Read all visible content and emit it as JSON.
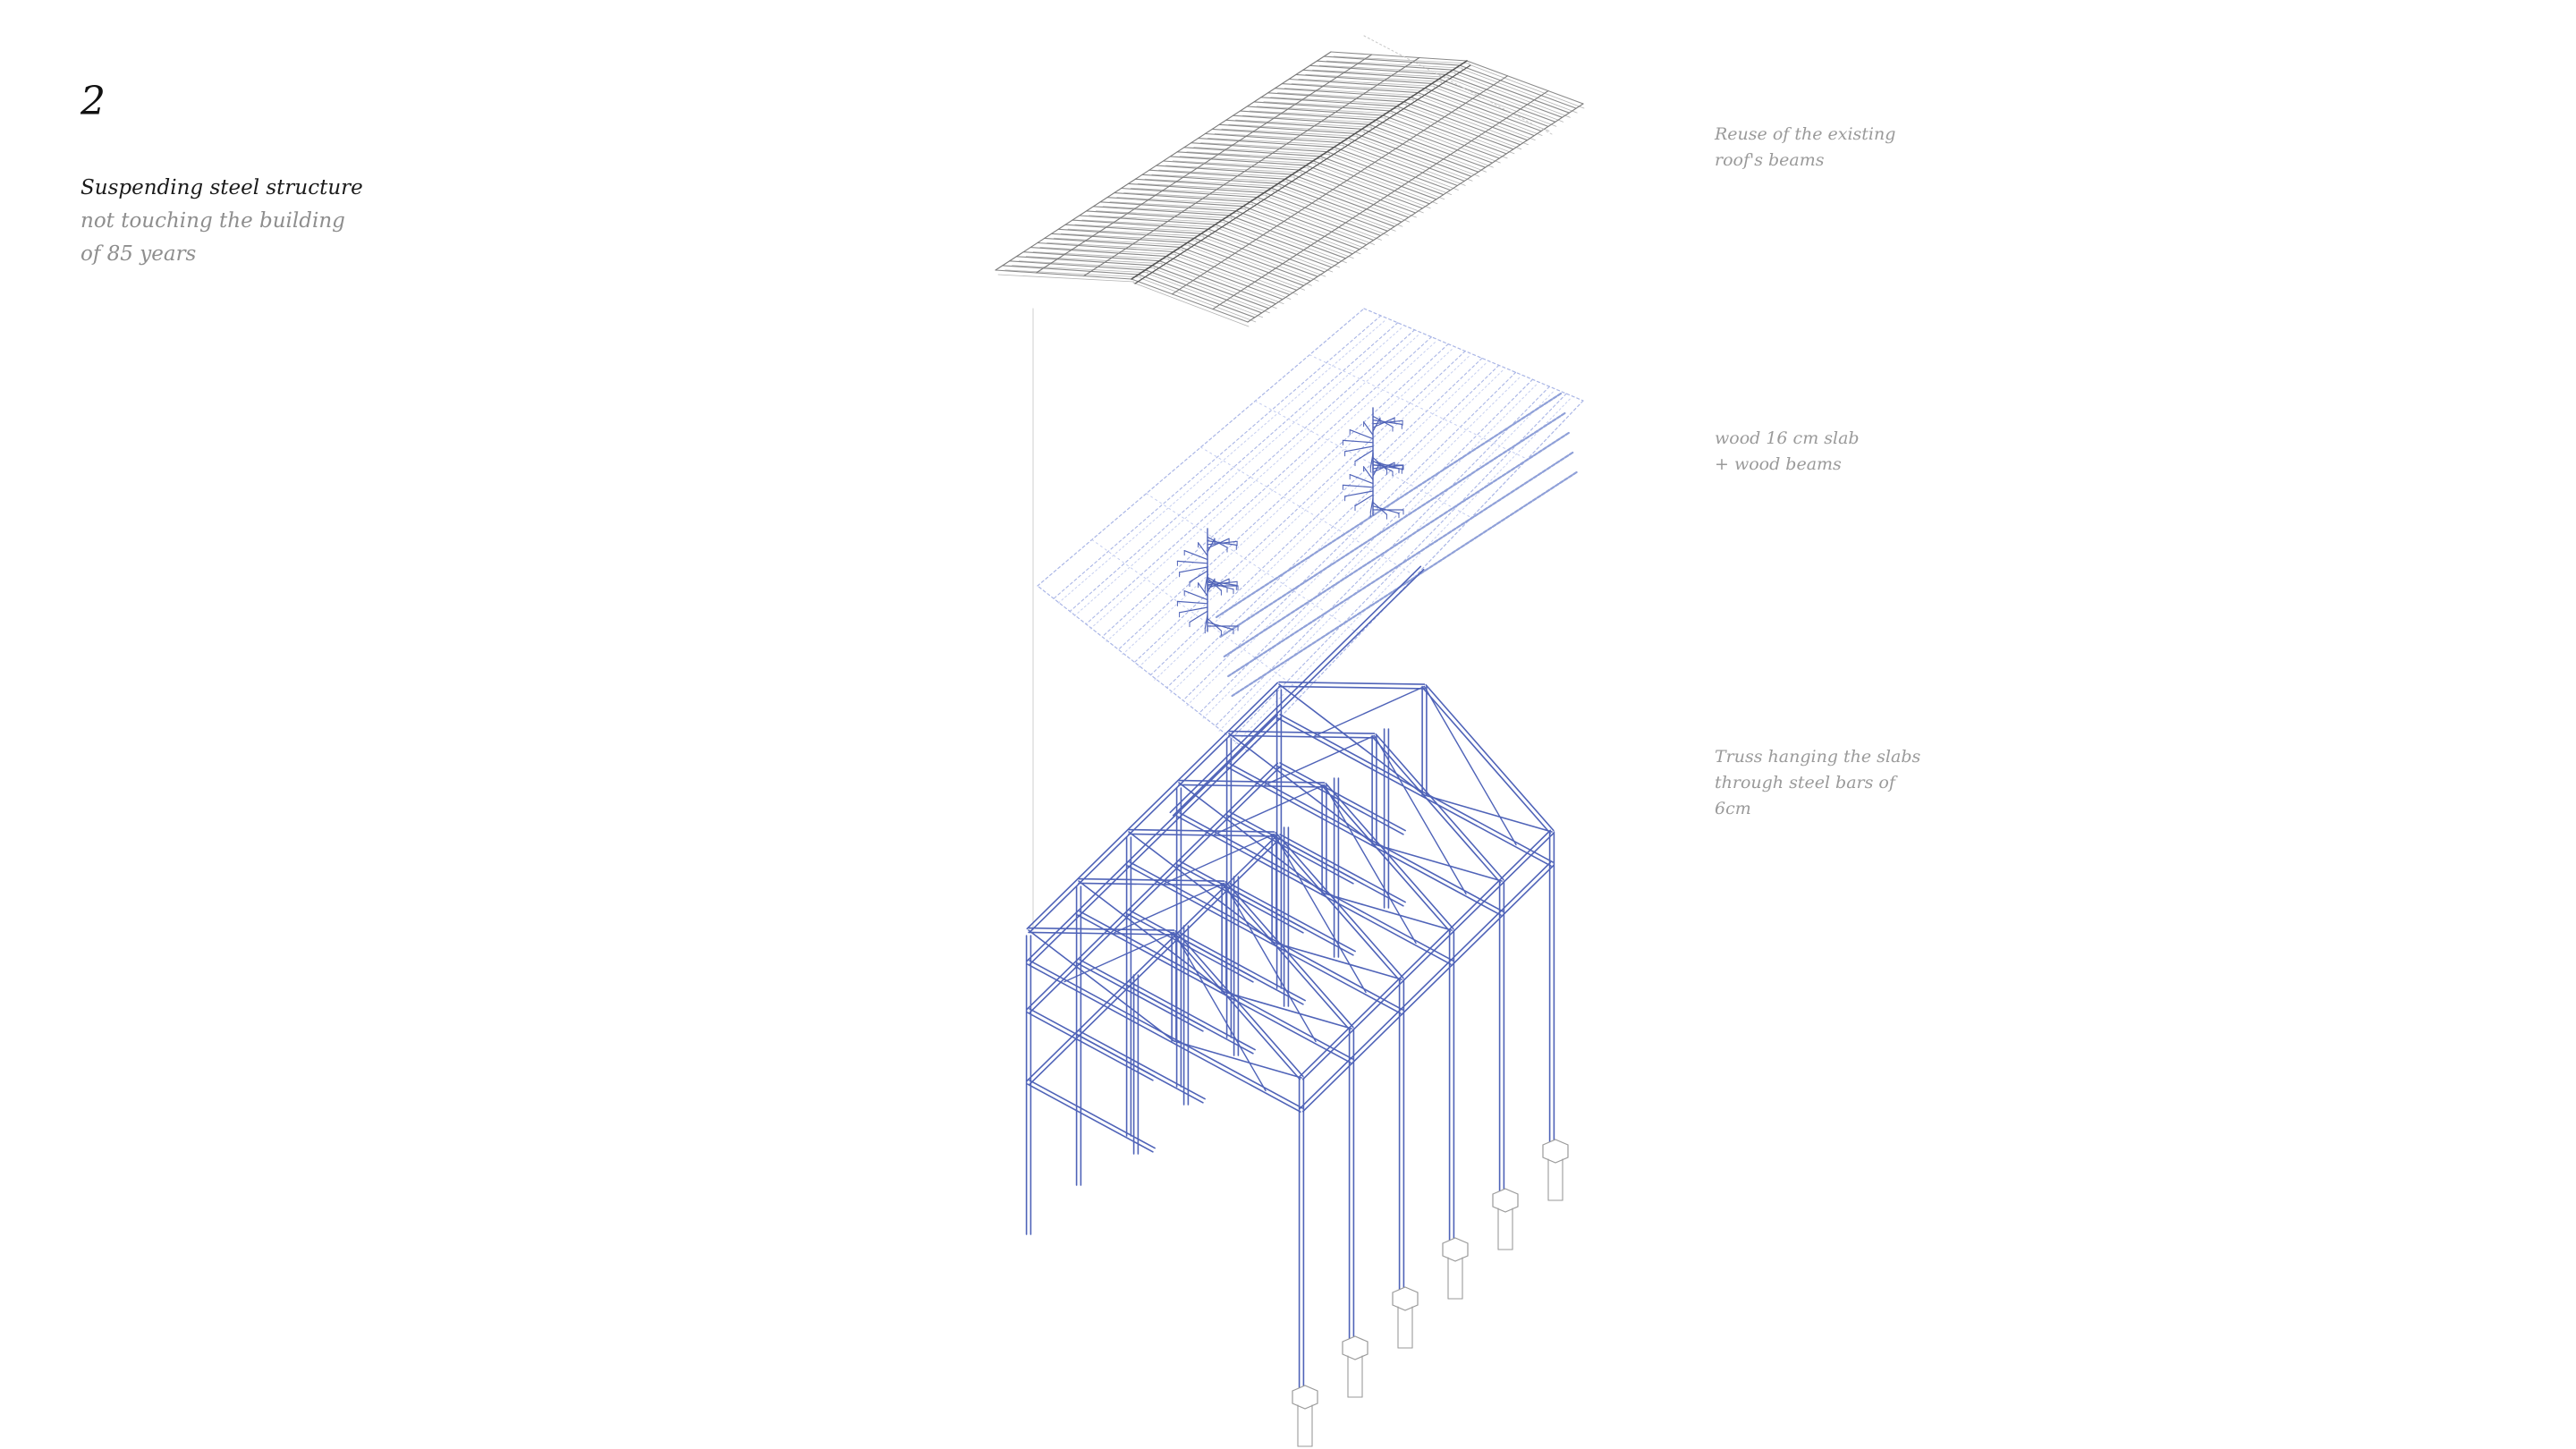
{
  "step_number": "2",
  "title": {
    "main": "Suspending steel structure",
    "sub_line1": "not touching the building",
    "sub_line2": "of 85 years"
  },
  "annotations": [
    {
      "line1": "Reuse of the existing",
      "line2": "roof's beams"
    },
    {
      "line1": "wood 16 cm slab",
      "line2": "+ wood beams"
    },
    {
      "line1": "Truss hanging the slabs",
      "line2": "through steel bars of",
      "line3": "6cm"
    }
  ],
  "colors": {
    "steel": "#4f63b8",
    "steel_light": "#8fa0d8",
    "slab": "#aab6e6",
    "roof": "#8a8a8a",
    "footing": "#9a9a9a"
  }
}
